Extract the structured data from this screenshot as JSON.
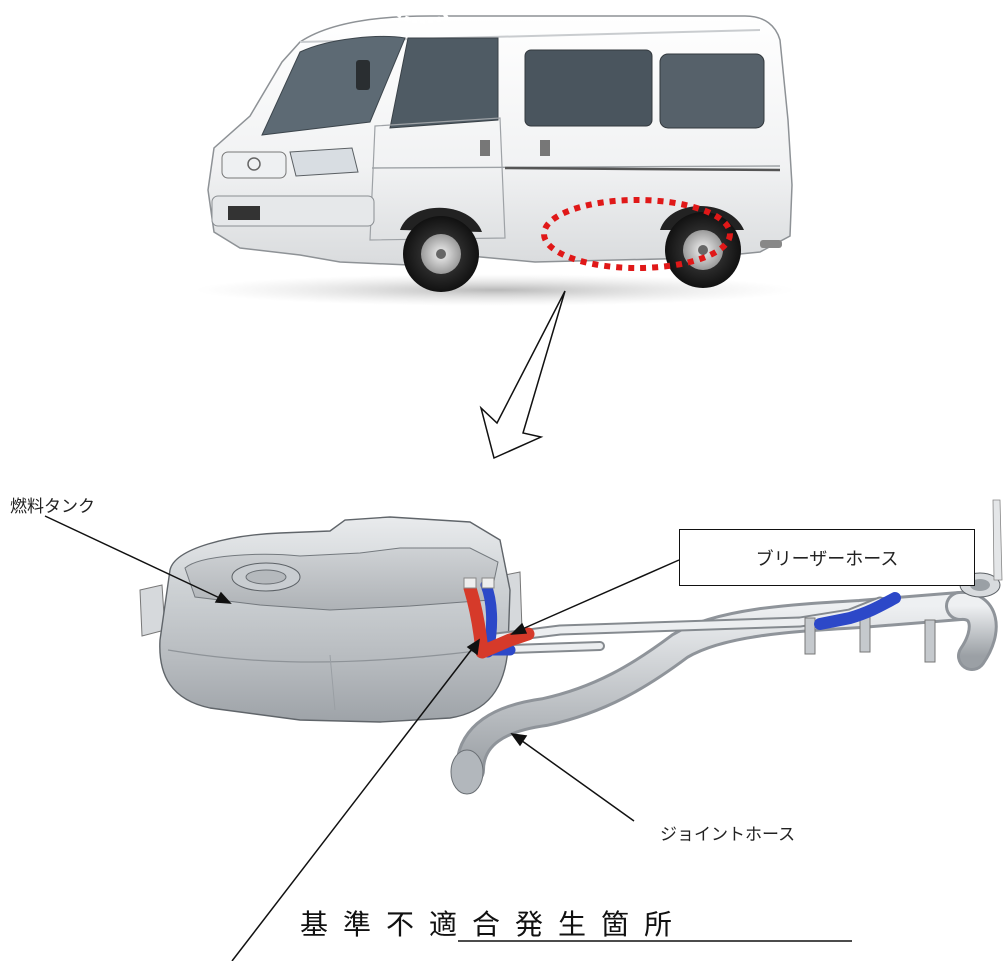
{
  "labels": {
    "fuel_tank": "燃料タンク",
    "breather_hose": "ブリーザーホース",
    "joint_hose": "ジョイントホース",
    "nonconformity_location": "基準不適合発生箇所"
  },
  "colors": {
    "highlight_red": "#e01818",
    "breather_hose_red": "#d63a2a",
    "hose_blue": "#2c48c8",
    "metal_gray": "#c4c8cc"
  }
}
